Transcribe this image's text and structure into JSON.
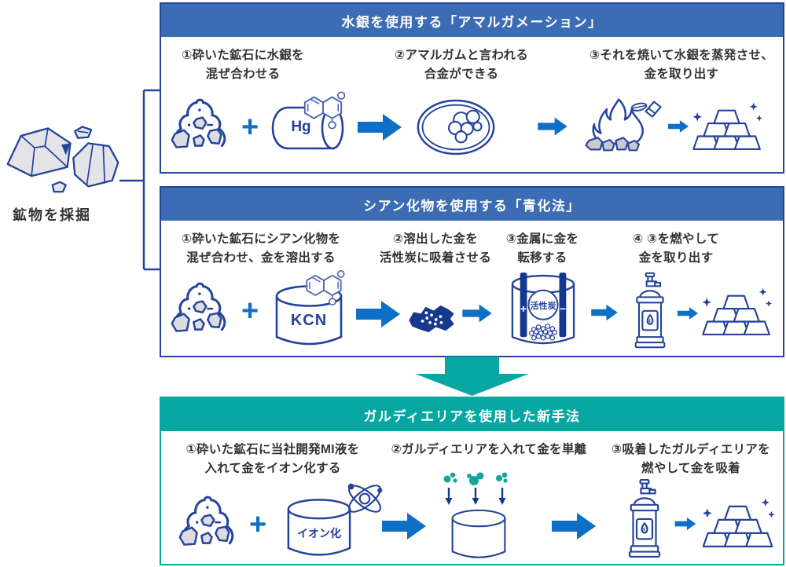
{
  "colors": {
    "header_blue": "#3c6cb4",
    "panel_border_navy": "#24439b",
    "line_navy": "#24439b",
    "flow_arrow_blue": "#0d6fc5",
    "teal_accent": "#07a7a1",
    "carbon_navy": "#16388e",
    "rock_gray": "#e2e2e6",
    "text": "#333333"
  },
  "left": {
    "label": "鉱物を採掘"
  },
  "labels": {
    "plus": "+",
    "hg": "Hg",
    "kcn": "KCN",
    "activated_carbon": "活性炭",
    "ionization": "イオン化",
    "electrode_plus": "+",
    "electrode_minus": "−"
  },
  "icons": [
    "mined-rocks-icon",
    "crushed-ore-icon",
    "mercury-cylinder-icon",
    "chemical-structure-icon",
    "flow-arrow-icon",
    "amalgam-icon",
    "fire-roasting-icon",
    "torch-icon",
    "gold-bars-icon",
    "kcn-barrel-icon",
    "gold-adsorbed-carbon-icon",
    "electrolysis-vessel-icon",
    "furnace-icon",
    "ionization-barrel-icon",
    "atom-icon",
    "galdieria-cells-icon",
    "tank-icon",
    "new-method-down-arrow-icon"
  ],
  "panels": [
    {
      "title": "水銀を使用する「アマルガメーション」",
      "steps": [
        {
          "line1": "①砕いた鉱石に水銀を",
          "line2": "混ぜ合わせる"
        },
        {
          "line1": "②アマルガムと言われる",
          "line2": "合金ができる"
        },
        {
          "line1": "③それを焼いて水銀を蒸発させ、",
          "line2": "金を取り出す"
        }
      ]
    },
    {
      "title": "シアン化物を使用する「青化法」",
      "steps": [
        {
          "line1": "①砕いた鉱石にシアン化物を",
          "line2": "混ぜ合わせ、金を溶出する"
        },
        {
          "line1": "②溶出した金を",
          "line2": "活性炭に吸着させる"
        },
        {
          "line1": "③金属に金を",
          "line2": "転移する"
        },
        {
          "line1": "④ ③を燃やして",
          "line2": "金を取り出す"
        }
      ]
    },
    {
      "title": "ガルディエリアを使用した新手法",
      "steps": [
        {
          "line1": "①砕いた鉱石に当社開発MI液を",
          "line2": "入れて金をイオン化する"
        },
        {
          "line1": "②ガルディエリアを入れて金を単離",
          "line2": ""
        },
        {
          "line1": "③吸着したガルディエリアを",
          "line2": "燃やして金を吸着"
        }
      ]
    }
  ]
}
